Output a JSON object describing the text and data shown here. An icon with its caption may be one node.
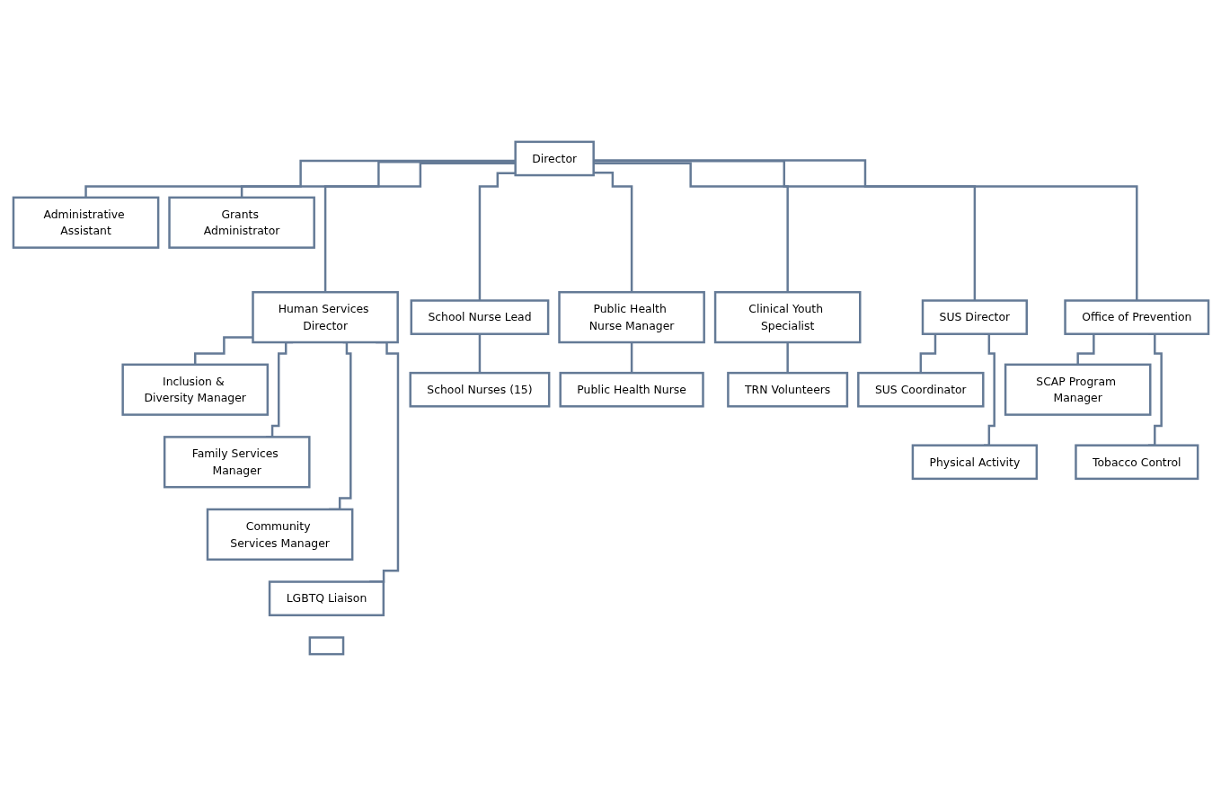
{
  "diagram": {
    "nodes": [
      {
        "text": [
          "Director"
        ]
      },
      {
        "text": [
          "Administrative Assistant"
        ]
      },
      {
        "text": [
          "Grants Administrator"
        ]
      },
      {
        "text": [
          "Human Services Director"
        ]
      },
      {
        "text": [
          "School Nurse Lead"
        ]
      },
      {
        "text": [
          "Public Health Nurse Manager"
        ]
      },
      {
        "text": [
          "Clinical Youth Specialist"
        ]
      },
      {
        "text": [
          "SUS Director"
        ]
      },
      {
        "text": [
          "Office of Prevention"
        ]
      },
      {
        "text": [
          "Inclusion & Diversity Manager"
        ]
      },
      {
        "text": [
          "Family Services Manager"
        ]
      },
      {
        "text": [
          "Community Services Manager"
        ]
      },
      {
        "text": [
          "LGBTQ Liaison"
        ]
      },
      {
        "text": [
          "School Nurses (15)"
        ]
      },
      {
        "text": [
          "Public Health Nurse"
        ]
      },
      {
        "text": [
          "TRN Volunteers"
        ]
      },
      {
        "text": [
          "SUS Coordinator"
        ]
      },
      {
        "text": [
          "Physical Activity"
        ]
      },
      {
        "text": [
          "SCAP Program Manager"
        ]
      },
      {
        "text": [
          "Tobacco Control"
        ]
      },
      {
        "text": [],
        "shape": "box"
      }
    ],
    "edges": [
      {
        "from": 0,
        "to": 1,
        "arrow": "none"
      },
      {
        "from": 0,
        "to": 2,
        "arrow": "none"
      },
      {
        "from": 0,
        "to": 3,
        "arrow": "none"
      },
      {
        "from": 0,
        "to": 4,
        "arrow": "none"
      },
      {
        "from": 0,
        "to": 5,
        "arrow": "none"
      },
      {
        "from": 0,
        "to": 6,
        "arrow": "none"
      },
      {
        "from": 0,
        "to": 7,
        "arrow": "none"
      },
      {
        "from": 0,
        "to": 8,
        "arrow": "none"
      },
      {
        "from": 3,
        "to": 9,
        "arrow": "none"
      },
      {
        "from": 3,
        "to": 10,
        "arrow": "none"
      },
      {
        "from": 3,
        "to": 11,
        "arrow": "none"
      },
      {
        "from": 3,
        "to": 12,
        "arrow": "none"
      },
      {
        "from": 4,
        "to": 13,
        "arrow": "none"
      },
      {
        "from": 5,
        "to": 14,
        "arrow": "none"
      },
      {
        "from": 6,
        "to": 15,
        "arrow": "none"
      },
      {
        "from": 7,
        "to": 16,
        "arrow": "none"
      },
      {
        "from": 7,
        "to": 17,
        "arrow": "none"
      },
      {
        "from": 8,
        "to": 18,
        "arrow": "none"
      },
      {
        "from": 8,
        "to": 19,
        "arrow": "none"
      }
    ]
  }
}
